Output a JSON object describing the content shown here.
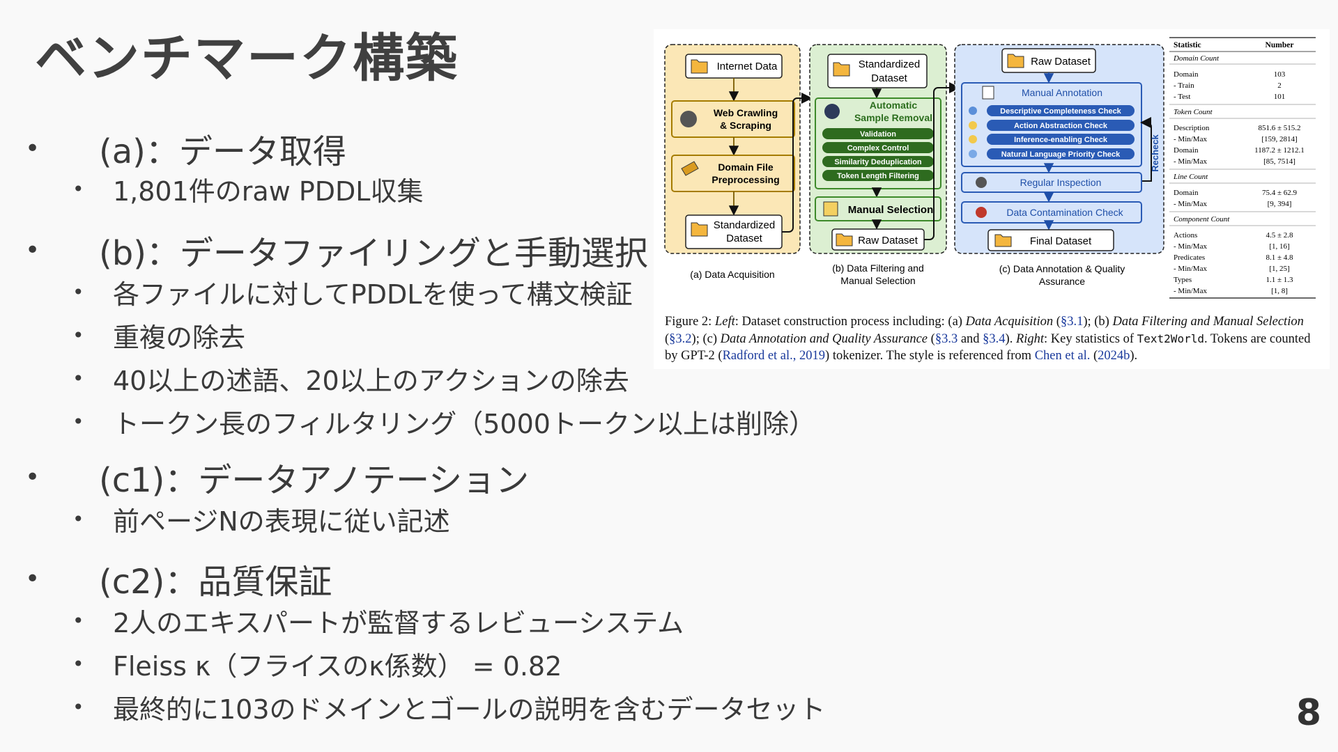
{
  "title": "ベンチマーク構築",
  "page_number": "8",
  "bullets": [
    {
      "label": "(a)：データ取得",
      "sub": [
        "1,801件のraw PDDL収集"
      ]
    },
    {
      "label": "(b)：データファイリングと手動選択",
      "sub": [
        "各ファイルに対してPDDLを使って構文検証",
        "重複の除去",
        "40以上の述語、20以上のアクションの除去",
        "トークン長のフィルタリング（5000トークン以上は削除）"
      ]
    },
    {
      "label": "(c1)：データアノテーション",
      "sub": [
        "前ページNの表現に従い記述"
      ]
    },
    {
      "label": "(c2)：品質保証",
      "sub": [
        "2人のエキスパートが監督するレビューシステム",
        "Fleiss κ（フライスのκ係数） = 0.82",
        "最終的に103のドメインとゴールの説明を含むデータセット"
      ]
    }
  ],
  "figure": {
    "panel_a": {
      "internet": "Internet  Data",
      "crawl1": "Web Crawling",
      "crawl2": "& Scraping",
      "domain1": "Domain File",
      "domain2": "Preprocessing",
      "std1": "Standardized",
      "std2": "Dataset",
      "caption": "(a) Data Acquisition"
    },
    "panel_b": {
      "std1": "Standardized",
      "std2": "Dataset",
      "auto1": "Automatic",
      "auto2": "Sample Removal",
      "pills": [
        "Validation",
        "Complex Control",
        "Similarity Deduplication",
        "Token Length Filtering"
      ],
      "manual": "Manual Selection",
      "raw": "Raw Dataset",
      "caption1": "(b) Data Filtering and",
      "caption2": "Manual Selection"
    },
    "panel_c": {
      "raw": "Raw Dataset",
      "manual": "Manual Annotation",
      "pills": [
        "Descriptive Completeness Check",
        "Action Abstraction Check",
        "Inference-enabling Check",
        "Natural Language Priority Check"
      ],
      "recheck": "Recheck",
      "regular": "Regular Inspection",
      "contam": "Data Contamination Check",
      "final": "Final Dataset",
      "caption1": "(c) Data Annotation & Quality",
      "caption2": "Assurance"
    },
    "stats": {
      "header": [
        "Statistic",
        "Number"
      ],
      "sections": [
        {
          "title": "Domain Count",
          "rows": [
            [
              "Domain",
              "103"
            ],
            [
              "- Train",
              "2"
            ],
            [
              "- Test",
              "101"
            ]
          ]
        },
        {
          "title": "Token Count",
          "rows": [
            [
              "Description",
              "851.6 ± 515.2"
            ],
            [
              "- Min/Max",
              "[159, 2814]"
            ],
            [
              "Domain",
              "1187.2 ± 1212.1"
            ],
            [
              "- Min/Max",
              "[85, 7514]"
            ]
          ]
        },
        {
          "title": "Line Count",
          "rows": [
            [
              "Domain",
              "75.4 ± 62.9"
            ],
            [
              "- Min/Max",
              "[9, 394]"
            ]
          ]
        },
        {
          "title": "Component Count",
          "rows": [
            [
              "Actions",
              "4.5 ± 2.8"
            ],
            [
              "- Min/Max",
              "[1, 16]"
            ],
            [
              "Predicates",
              "8.1 ± 4.8"
            ],
            [
              "- Min/Max",
              "[1, 25]"
            ],
            [
              "Types",
              "1.1 ± 1.3"
            ],
            [
              "- Min/Max",
              "[1, 8]"
            ]
          ]
        }
      ]
    },
    "caption": {
      "fig": "Figure 2: ",
      "left": "Left",
      "t1": ": Dataset construction process including: (a) ",
      "acq": "Data Acquisition",
      "t2": " (",
      "s31": "§3.1",
      "t3": "); (b) ",
      "filt": "Data Filtering and Manual Selection",
      "t4": " (",
      "s32": "§3.2",
      "t5": "); (c) ",
      "annot": "Data Annotation and Quality Assurance",
      "t6": " (",
      "s33": "§3.3",
      "t7": " and ",
      "s34": "§3.4",
      "t8": "). ",
      "right": "Right",
      "t9": ": Key statistics of ",
      "t2w": "Text2World",
      "t10": ". Tokens are counted by GPT-2 (",
      "radford": "Radford et al., 2019",
      "t11": ") tokenizer. The style is referenced from ",
      "chen": "Chen et al.",
      "t12": " (",
      "chenyr": "2024b",
      "t13": ")."
    }
  }
}
